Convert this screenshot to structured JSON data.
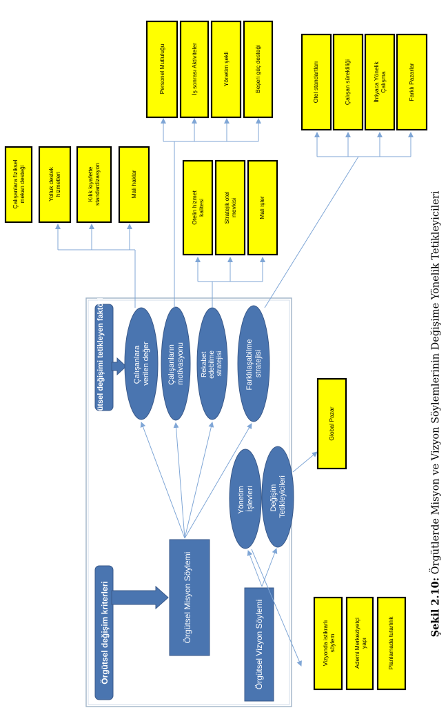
{
  "frame_titles": {
    "left": "Örgütsel değişim kriterleri",
    "right": "Örgütsel değişimi tetikleyen faktörler",
    "mission": "Örgütsel Misyon Söylemi",
    "vision": "Örgütsel Vizyon Söylemi"
  },
  "ellipses": {
    "calisanlara": "Çalışanlara verilen değer",
    "motivasyon": "Çalışanların motivasyonu",
    "rekabet": "Rekabet edebilme stratejisi",
    "farklilasabilme": "Farklılaşabilme stratejisi",
    "yonetim": "Yönetim İşlevleri",
    "degisim": "Değişim Tetikleyicileri"
  },
  "yellow_boxes": {
    "calisanlara_fiziksel": "Çalışanlara fiziksel mekan desteği",
    "yolluk": "Yolluk destek hizmetleri",
    "kilik": "Kılık kıyafette standardizasyon",
    "mali_haklar": "Mali haklar",
    "personel": "Personel Mutluluğu",
    "is_sonrasi": "İş sonrası Aktiviteler",
    "yonetim_sekli": "Yönetim şekli",
    "beseri": "Beşeri güç desteği",
    "otelin_hizmet": "Otelin hizmet kalitesi",
    "stratejik_otel": "Stratejik otel mevkisi",
    "mali_isler": "Mali işler",
    "otel_standartlari": "Otel standartları",
    "calisan_surekliligi": "Çalışan sürekliliği",
    "ihtiyaca": "İhtiyaca Yönelik Çalışma",
    "farkli_pazarlar": "Farklı Pazarlar",
    "global_pazar": "Global Pazar",
    "vizyonda_istikrarli": "Vizyonda istikrarlı söylem",
    "ademi": "Ademi Merkeziyetçi yapı",
    "planlamada": "Planlamada tutarlılık"
  },
  "caption": {
    "label": "Şekil 2.10:",
    "text": " Örgütlerde Misyon ve Vizyon Söylemlerinin Değişime Yönelik Tetikleyicileri"
  },
  "colors": {
    "blue": "#4a75b0",
    "blue_dark": "#39598a",
    "yellow": "#ffff00",
    "line": "#7fa6d6"
  }
}
